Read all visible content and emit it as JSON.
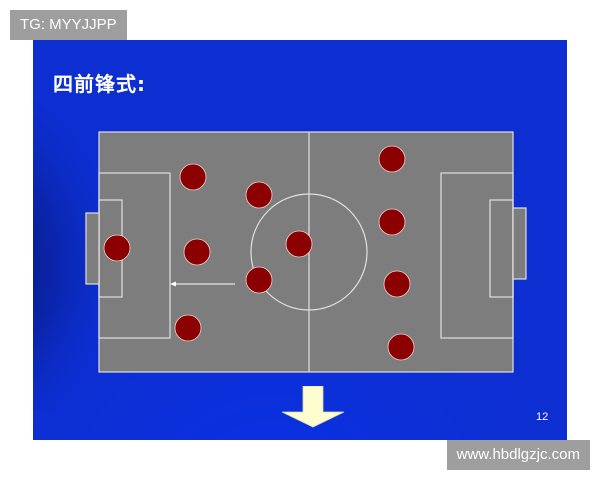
{
  "watermark": {
    "tag": "TG: MYYJJPP",
    "site": "www.hbdlgzjc.com"
  },
  "slide": {
    "title": "四前锋式:",
    "page_number": "12",
    "colors": {
      "background": "#0d2fd2",
      "pitch": "#7d7d7d",
      "pitch_lines": "#e0e0e0",
      "player": "#8b0000",
      "player_outline": "#f0d0d0",
      "next_arrow": "#fdfdd0"
    }
  },
  "formation": {
    "name": "four-forward",
    "player_count": 11,
    "movement_arrow": "pointing-left",
    "next_arrow": "pointing-down"
  }
}
